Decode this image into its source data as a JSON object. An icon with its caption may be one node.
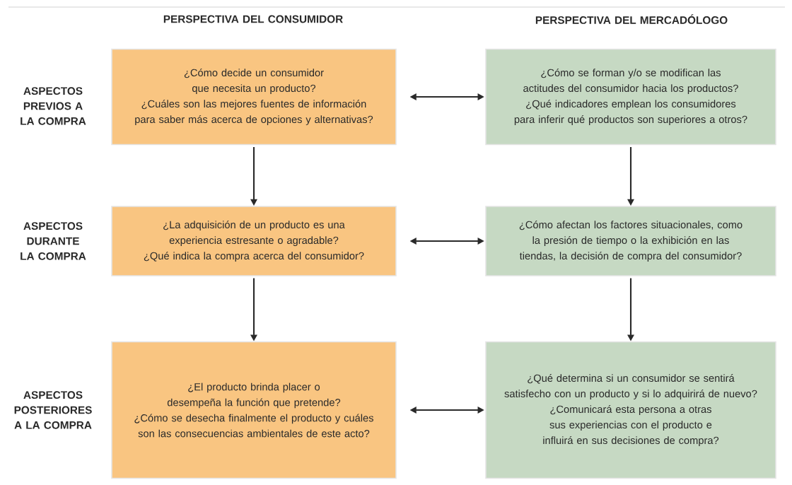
{
  "diagram": {
    "nodes": [
      {
        "text": [
          "¿Cómo decide un consumidor que necesita un producto?",
          "¿Cuáles son las mejores fuentes de información para saber más acerca de opciones y alternativas?"
        ]
      },
      {
        "text": [
          "¿Cómo se forman y/o se modifican las actitudes del consumidor hacia los productos?",
          "¿Qué indicadores emplean los consumidores para inferir qué productos son superiores a otros?"
        ]
      },
      {
        "text": [
          "¿La adquisición de un producto es una experiencia estresante o agradable?",
          "¿Qué indica la compra acerca del consumidor?"
        ]
      },
      {
        "text": [
          "¿Cómo afectan los factores situacionales, como la presión de tiempo o la exhibición en las tiendas, la decisión de compra del consumidor?"
        ]
      },
      {
        "text": [
          "¿El producto brinda placer o desempeña la función que pretende?",
          "¿Cómo se desecha finalmente el producto y cuáles son las consecuencias ambientales de este acto?"
        ]
      },
      {
        "text": [
          "¿Qué determina si un consumidor se sentirá satisfecho con un producto y si lo adquirirá de nuevo?",
          "¿Comunicará esta persona a otras sus experiencias con el producto e influirá en sus decisiones de compra?"
        ]
      }
    ],
    "edges": [
      {
        "from": 0,
        "to": 1,
        "arrow": "both"
      },
      {
        "from": 0,
        "to": 2,
        "arrow": "to"
      },
      {
        "from": 1,
        "to": 3,
        "arrow": "to"
      },
      {
        "from": 2,
        "to": 3,
        "arrow": "both"
      },
      {
        "from": 2,
        "to": 4,
        "arrow": "to"
      },
      {
        "from": 3,
        "to": 5,
        "arrow": "to"
      },
      {
        "from": 4,
        "to": 5,
        "arrow": "both"
      }
    ],
    "labels": [
      "PERSPECTIVA DEL CONSUMIDOR",
      "PERSPECTIVA DEL MERCADÓLOGO",
      "ASPECTOS PREVIOS A LA COMPRA",
      "ASPECTOS DURANTE LA COMPRA",
      "ASPECTOS POSTERIORES A LA COMPRA"
    ]
  }
}
